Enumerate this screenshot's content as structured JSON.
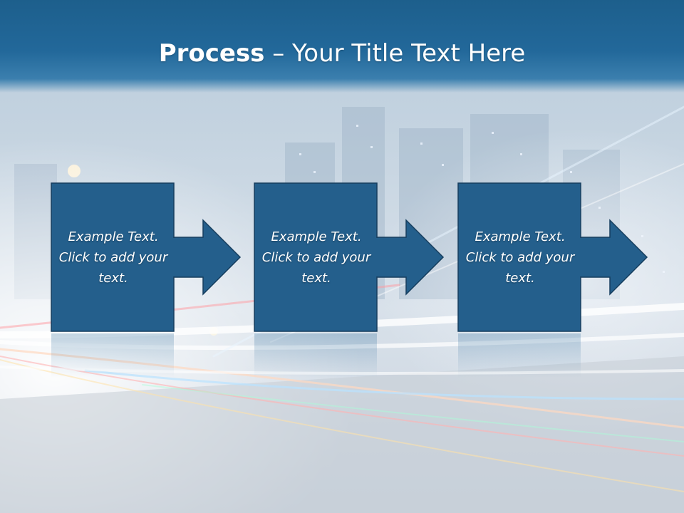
{
  "slide": {
    "title_bold": "Process",
    "title_rest": " – Your Title Text Here"
  },
  "steps": [
    {
      "text": "Example Text. Click  to add your text."
    },
    {
      "text": "Example Text. Click  to add your text."
    },
    {
      "text": "Example Text. Click  to add your text."
    }
  ],
  "colors": {
    "header": "#22689a",
    "box_fill": "#245f8c",
    "box_stroke": "#163e5e",
    "text": "#ffffff"
  },
  "icons": [
    "right-arrow-icon"
  ]
}
